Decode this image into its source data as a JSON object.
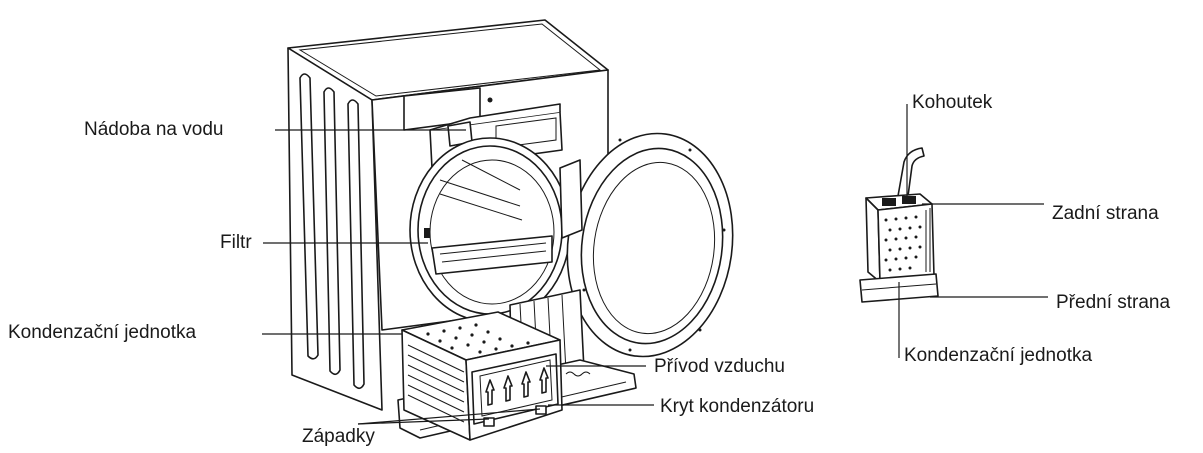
{
  "labels": {
    "water_container": "Nádoba na vodu",
    "filter": "Filtr",
    "condenser_unit_left": "Kondenzační jednotka",
    "air_inlet": "Přívod vzduchu",
    "condenser_cover": "Kryt kondenzátoru",
    "latches": "Západky",
    "tap": "Kohoutek",
    "back_side": "Zadní strana",
    "front_side": "Přední strana",
    "condenser_unit_right": "Kondenzační jednotka"
  },
  "colors": {
    "line": "#1a1a1a",
    "background": "#ffffff",
    "shade": "#e9e9e9"
  }
}
